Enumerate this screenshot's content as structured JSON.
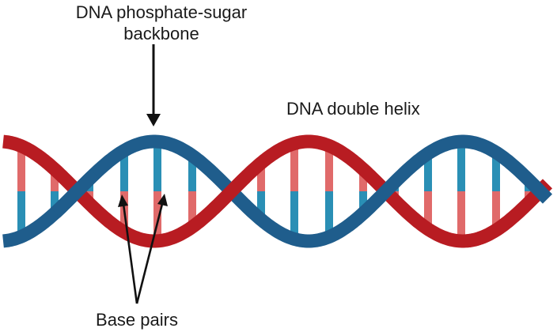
{
  "labels": {
    "backbone_line1": "DNA phosphate-sugar",
    "backbone_line2": "backbone",
    "double_helix": "DNA double helix",
    "base_pairs": "Base pairs"
  },
  "colors": {
    "strand_red": "#b81c22",
    "strand_blue": "#1f5d8c",
    "base_red": "#e06a6a",
    "base_blue": "#2a8fb5",
    "arrow": "#111111",
    "text": "#1a1a1a"
  }
}
